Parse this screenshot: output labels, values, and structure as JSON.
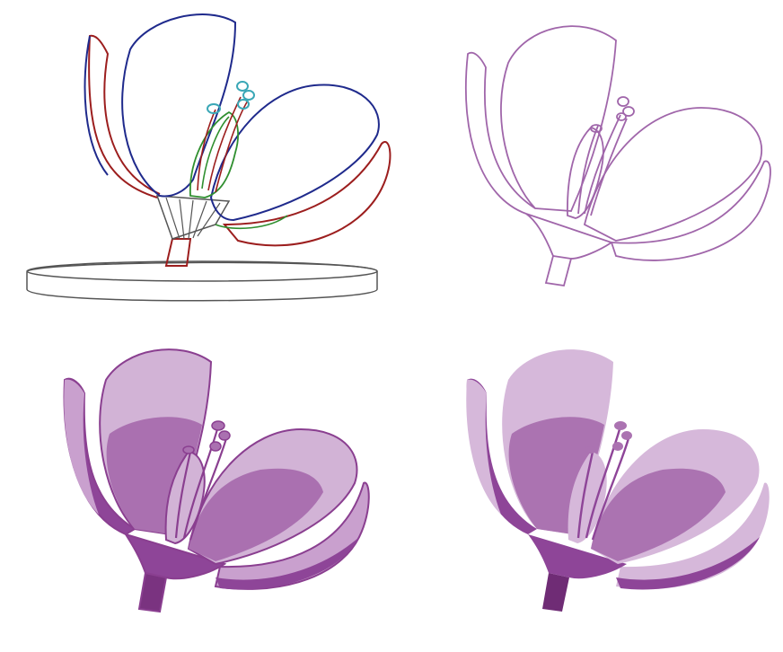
{
  "figure": {
    "panels": [
      {
        "style": "multicolor line drawing",
        "colors": {
          "petals": "#1f2a8c",
          "sepals": "#9c1e1e",
          "stamens": "#3aa7b6",
          "pistil": "#2f8f2f",
          "base": "#555555"
        }
      },
      {
        "style": "purple outline",
        "colors": {
          "stroke": "#a066aa"
        }
      },
      {
        "style": "filled with outline",
        "colors": {
          "outline": "#8a3f90",
          "light": "#d2b3d6",
          "mid": "#aa70b0",
          "dark": "#8e4598",
          "deep": "#7a3380"
        }
      },
      {
        "style": "filled without outline",
        "colors": {
          "light": "#d6b8da",
          "mid": "#ab73b1",
          "dark": "#8e4598",
          "deep": "#6f2c75"
        }
      }
    ]
  }
}
